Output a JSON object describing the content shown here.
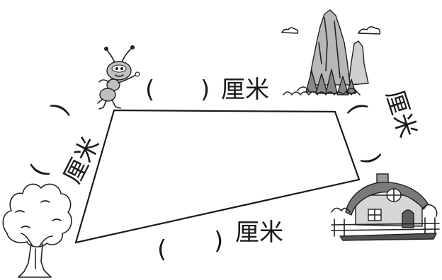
{
  "labels": {
    "top": {
      "open": "(",
      "close": ")",
      "unit": "厘米"
    },
    "left": {
      "open": "(",
      "close": ")",
      "unit": "厘米"
    },
    "right": {
      "open": "(",
      "close": ")",
      "unit": "厘米"
    },
    "bottom": {
      "open": "(",
      "close": ")",
      "unit": "厘米"
    }
  },
  "decorations": {
    "ant": "ant-icon",
    "mountain": "mountain-icon",
    "tree": "tree-icon",
    "house": "house-icon"
  }
}
